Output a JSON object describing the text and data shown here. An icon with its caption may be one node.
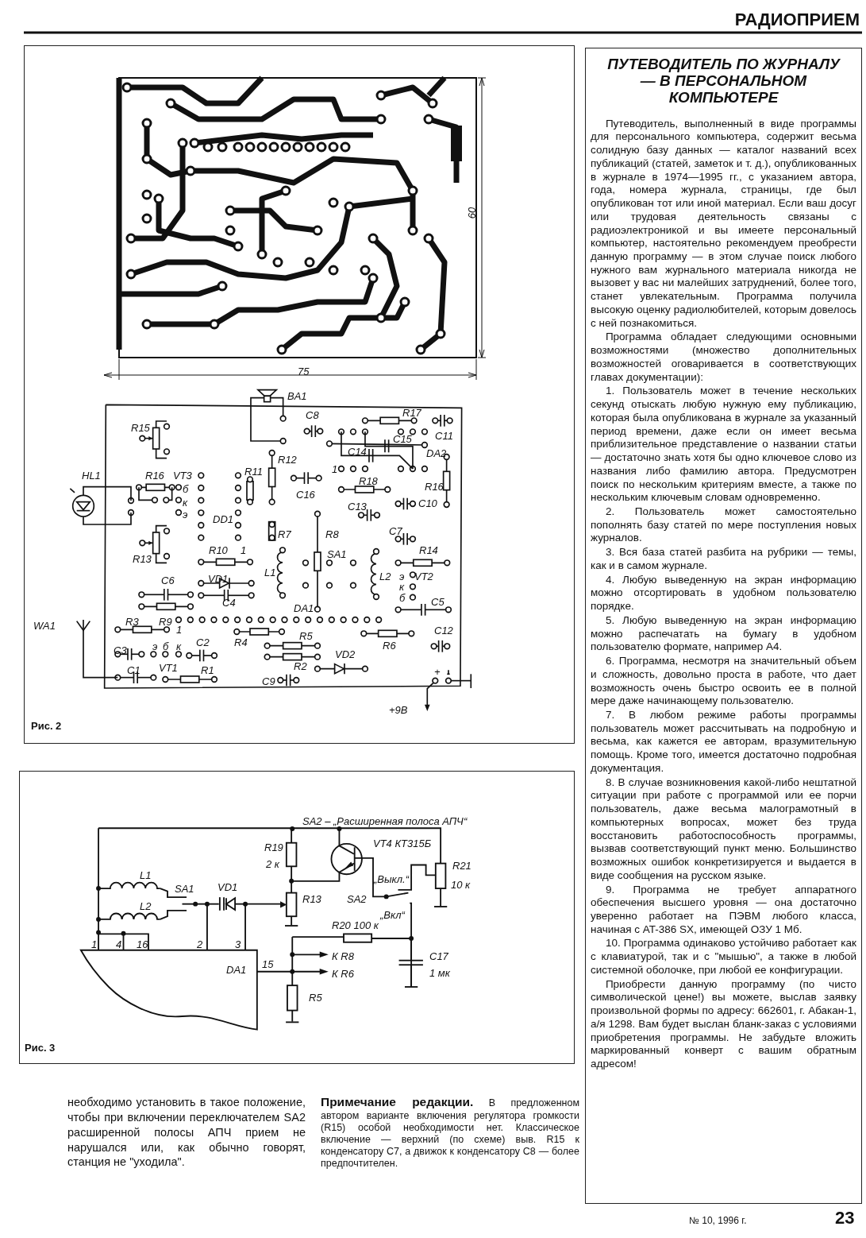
{
  "diagram": {
    "title": "РАДИОПРИЕМ",
    "nodes": [
      {
        "text": [
          "Рис. 2"
        ]
      },
      {
        "text": [
          "Рис. 3"
        ]
      },
      {
        "text": [
          "ПУТЕВОДИТЕЛЬ ПО ЖУРНАЛУ — В ПЕРСОНАЛЬНОМ КОМПЬЮТЕРЕ",
          "Путеводитель, выполненный в виде программы для персонального компьютера, содержит весьма солидную базу данных — каталог названий всех публикаций (статей, заметок и т. д.), опубликованных в журнале в 1974—1995 гг., с указанием автора, года, номера журнала, страницы, где был опубликован тот или иной материал. Если ваш досуг или трудовая деятельность связаны с радиоэлектроникой и вы имеете персональный компьютер, настоятельно рекомендуем преобрести данную программу — в этом случае поиск любого нужного вам журнального материала никогда не вызовет у вас ни малейших затруднений, более того, станет увлекательным. Программа получила высокую оценку радиолюбителей, которым довелось с ней познакомиться.",
          "Программа обладает следующими основными возможностями (множество дополнительных возможностей оговаривается в соответствующих главах документации):",
          "1. Пользователь может в течение нескольких секунд отыскать любую нужную ему публикацию, которая была опубликована в журнале за указанный период времени, даже если он имеет весьма приблизительное представление о названии статьи — достаточно знать хотя бы одно ключевое слово из названия либо фамилию автора. Предусмотрен поиск по нескольким критериям вместе, а также по нескольким ключевым словам одновременно.",
          "2. Пользователь может самостоятельно пополнять базу статей по мере поступления новых журналов.",
          "3. Вся база статей разбита на рубрики — темы, как и в самом журнале.",
          "4. Любую выведенную на экран информацию можно отсортировать в удобном пользователю порядке.",
          "5. Любую выведенную на экран информацию можно распечатать на бумагу в удобном пользователю формате, например А4.",
          "6. Программа, несмотря на значительный объем и сложность, довольно проста в работе, что дает возможность очень быстро освоить ее в полной мере даже начинающему пользователю.",
          "7. В любом режиме работы программы пользователь может рассчитывать на подробную и весьма, как кажется ее авторам, вразумительную помощь. Кроме того, имеется достаточно подробная документация.",
          "8. В случае возникновения какой-либо нештатной ситуации при работе с программой или ее порчи пользователь, даже весьма малограмотный в компьютерных вопросах, может без труда восстановить работоспособность программы, вызвав соответствующий пункт меню. Большинство возможных ошибок конкретизируется и выдается в виде сообщения на русском языке.",
          "9. Программа не требует аппаратного обеспечения высшего уровня — она достаточно уверенно работает на ПЭВМ любого класса, начиная с AT-386 SX, имеющей ОЗУ 1 Мб.",
          "10. Программа одинаково устойчиво работает как с клавиатурой, так и с \"мышью\", а также в любой системной оболочке, при любой ее конфигурации.",
          "Приобрести данную программу (по чисто символической цене!) вы можете, выслав заявку произвольной формы по адресу: 662601, г. Абакан-1, а/я 1298. Вам будет выслан бланк-заказ с условиями приобретения программы. Не забудьте вложить маркированный конверт с вашим обратным адресом!"
        ]
      }
    ],
    "labels": [
      "75",
      "60",
      "BA1",
      "R15",
      "C8",
      "R17",
      "C11",
      "C15",
      "C14",
      "DA2",
      "R12",
      "1",
      "HL1",
      "R16",
      "VT3",
      "R11",
      "б",
      "R18",
      "R16",
      "C16",
      "к",
      "C10",
      "C13",
      "э",
      "DD1",
      "C7",
      "R7",
      "R8",
      "R10",
      "1",
      "SA1",
      "R14",
      "R13",
      "L1",
      "L2",
      "э",
      "VT2",
      "VD1",
      "C6",
      "к",
      "б",
      "C5",
      "C4",
      "DA1",
      "R3",
      "R9",
      "WA1",
      "1",
      "C12",
      "R5",
      "R4",
      "C2",
      "R6",
      "э",
      "б",
      "к",
      "C3",
      "VD2",
      "R2",
      "VT1",
      "C1",
      "R1",
      "+",
      "C9",
      "+9В",
      "SA2 – „Расширенная полоса АПЧ“",
      "VT4 КТ315Б",
      "R19",
      "2 к",
      "R21",
      "L1",
      "„Выкл.“",
      "10 к",
      "VD1",
      "SA1",
      "R13",
      "SA2",
      "L2",
      "„Вкл“",
      "R20 100 к",
      "1",
      "4",
      "16",
      "2",
      "3",
      "C17",
      "К R8",
      "15",
      "DA1",
      "1 мк",
      "К R6",
      "R5",
      "необходимо установить в такое положение, чтобы при включении переключателем SA2 расширенной полосы АПЧ прием не нарушался или, как обычно говорят, станция не \"уходила\".",
      "**Примечание редакции.** В предложенном автором варианте включения регулятора громкости (R15) особой необходимости нет. Классическое включение — верхний (по схеме) выв. R15 к конденсатору C7, а движок к конденсатору C8 — более предпочтителен.",
      "№ 10, 1996 г.",
      "23"
    ]
  }
}
